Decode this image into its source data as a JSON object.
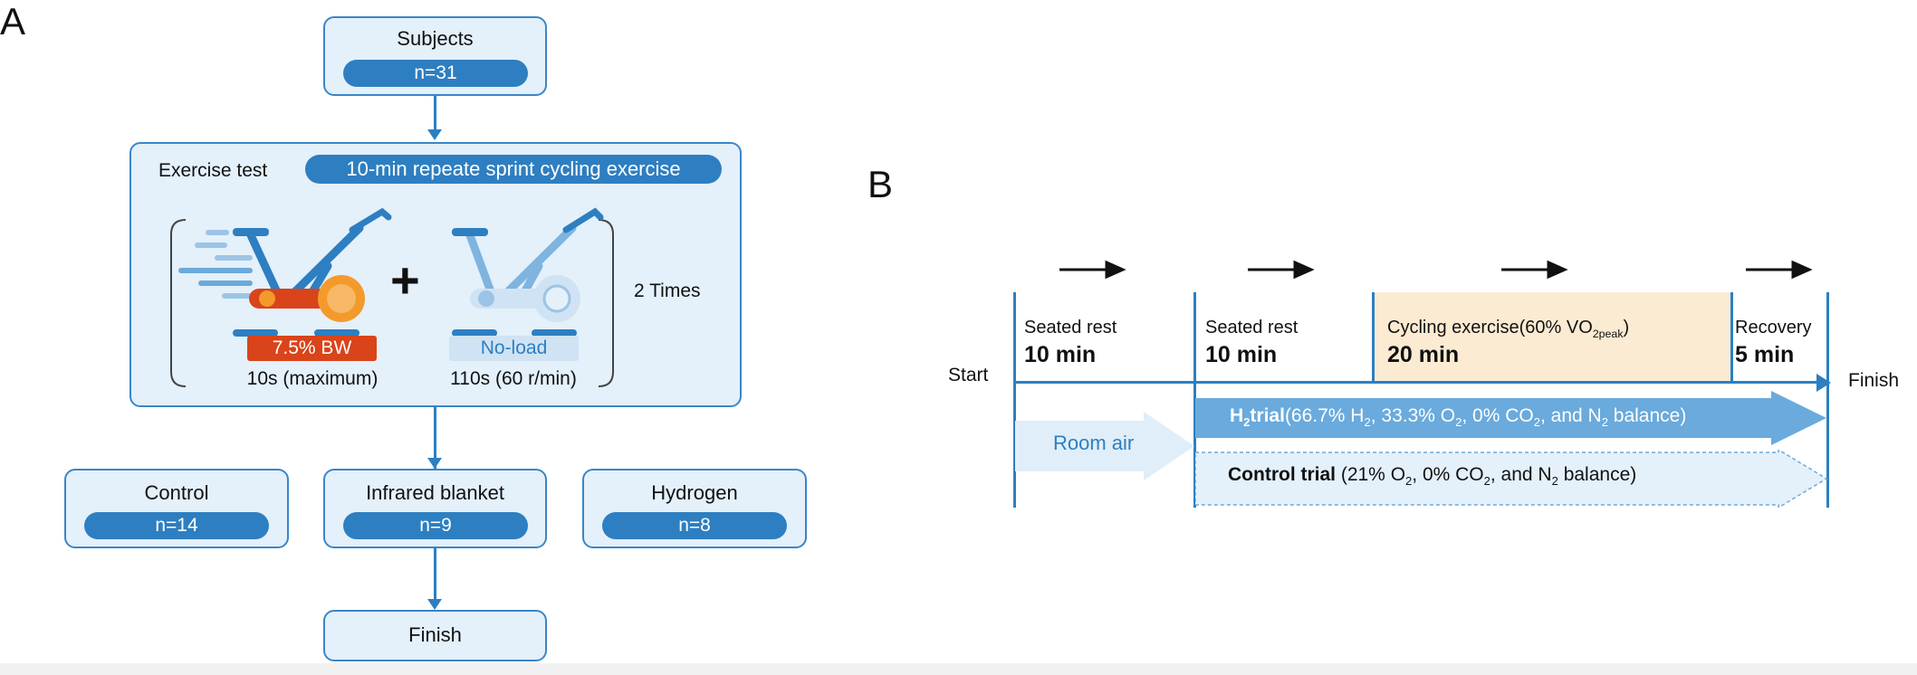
{
  "panel_a": {
    "letter": "A",
    "subjects": {
      "title": "Subjects",
      "n": "n=31"
    },
    "exercise": {
      "label": "Exercise test",
      "protocol": "10-min repeate sprint cycling exercise",
      "plus": "+",
      "times": "2 Times",
      "bike1": {
        "badge": "7.5% BW",
        "caption": "10s (maximum)"
      },
      "bike2": {
        "badge": "No-load",
        "caption": "110s (60 r/min)"
      }
    },
    "groups": [
      {
        "title": "Control",
        "n": "n=14"
      },
      {
        "title": "Infrared blanket",
        "n": "n=9"
      },
      {
        "title": "Hydrogen",
        "n": "n=8"
      }
    ],
    "finish": "Finish"
  },
  "panel_b": {
    "letter": "B",
    "start": "Start",
    "finish": "Finish",
    "segments": [
      {
        "title": "Seated rest",
        "duration": "10 min"
      },
      {
        "title": "Seated rest",
        "duration": "10 min"
      },
      {
        "title_main": "Cycling exercise(60% VO",
        "title_sub": "2peak",
        "title_end": ")",
        "duration": "20 min"
      },
      {
        "title": "Recovery",
        "duration": "5 min"
      }
    ],
    "room_air": "Room air",
    "h2_trial": {
      "prefix": "H",
      "prefix_sub": "2",
      "bold_rest": "trial",
      "p1": "(66.7% H",
      "s1": "2",
      "p2": ", 33.3% O",
      "s2": "2",
      "p3": ", 0% CO",
      "s3": "2",
      "p4": ", and N",
      "s4": "2",
      "p5": " balance)"
    },
    "control_trial": {
      "bold": "Control trial",
      "p1": " (21% O",
      "s1": "2",
      "p2": ", 0% CO",
      "s2": "2",
      "p3": ", and N",
      "s3": "2",
      "p4": " balance)"
    }
  },
  "colors": {
    "primary": "#2d7fc1",
    "box_fill": "#e4f0fa",
    "badge_red": "#d9441a",
    "badge_light": "#cfe3f4",
    "exercise_highlight": "#fcebd3",
    "h2_arrow": "#6aaadc",
    "room_air_arrow": "#e0eef9"
  }
}
